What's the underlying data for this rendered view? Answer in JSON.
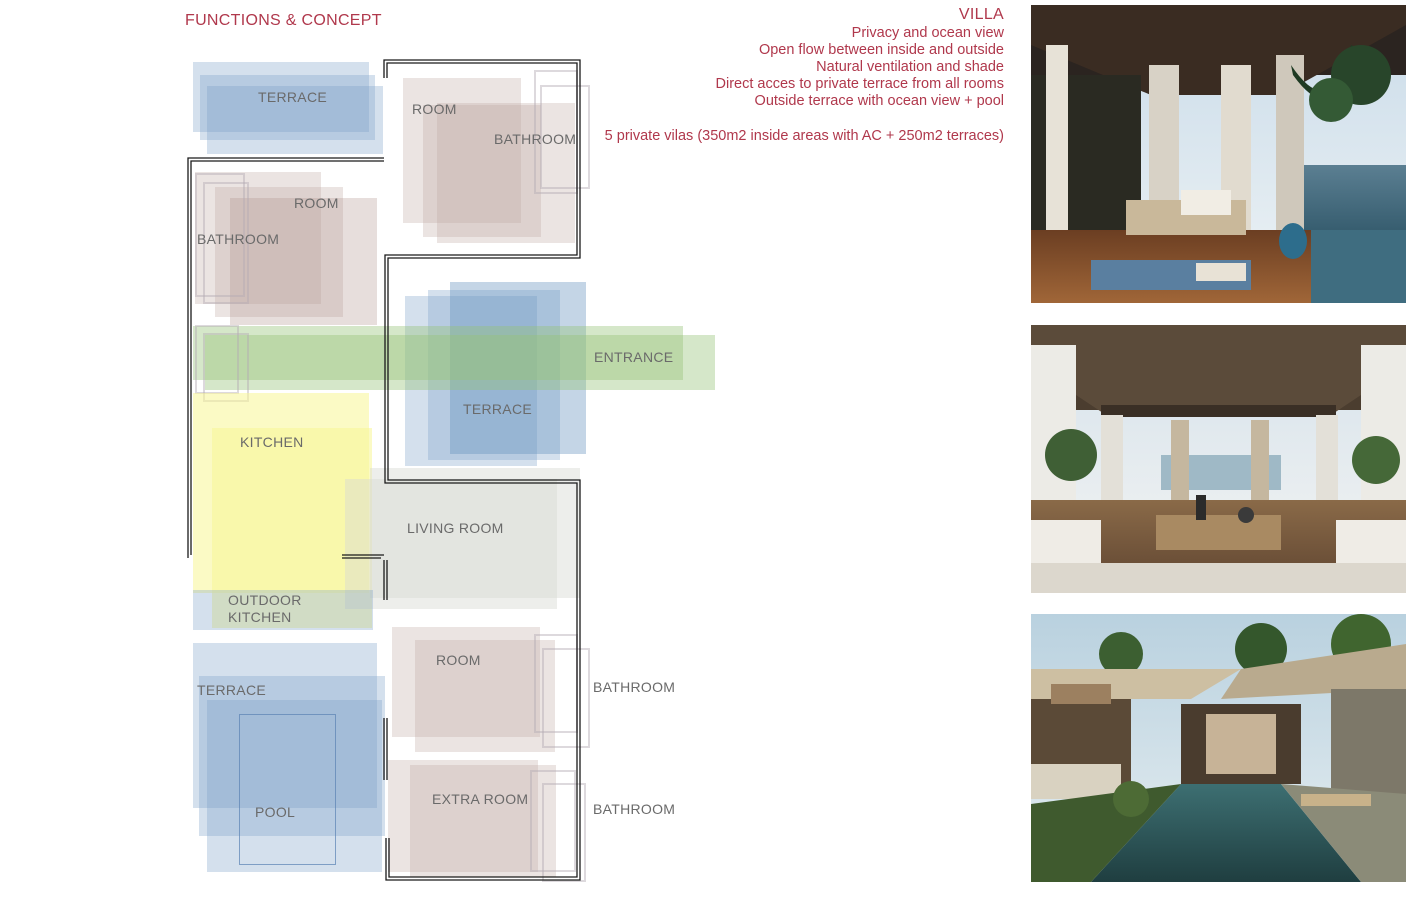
{
  "header": {
    "left_title": "FUNCTIONS &  CONCEPT",
    "right_title": "VILLA"
  },
  "features": [
    "Privacy and ocean view",
    "Open flow between inside and outside",
    "Natural ventilation and shade",
    "Direct acces to private terrace from all rooms",
    "Outside terrace with ocean view + pool"
  ],
  "summary": "5 private vilas (350m2 inside areas with AC + 250m2 terraces)",
  "plan_labels": {
    "terrace_top": "TERRACE",
    "room_top_right": "ROOM",
    "bathroom_top_right": "BATHROOM",
    "room_left": "ROOM",
    "bathroom_left": "BATHROOM",
    "entrance": "ENTRANCE",
    "terrace_mid": "TERRACE",
    "kitchen": "KITCHEN",
    "living_room": "LIVING ROOM",
    "outdoor_kitchen_1": "OUTDOOR",
    "outdoor_kitchen_2": "KITCHEN",
    "room_bottom": "ROOM",
    "bathroom_bottom_1": "BATHROOM",
    "terrace_bottom": "TERRACE",
    "extra_room": "EXTRA ROOM",
    "bathroom_bottom_2": "BATHROOM",
    "pool": "POOL"
  },
  "colors": {
    "accent": "#b0384c",
    "label": "#6a6a6a",
    "wall": "#1a1a1a"
  }
}
